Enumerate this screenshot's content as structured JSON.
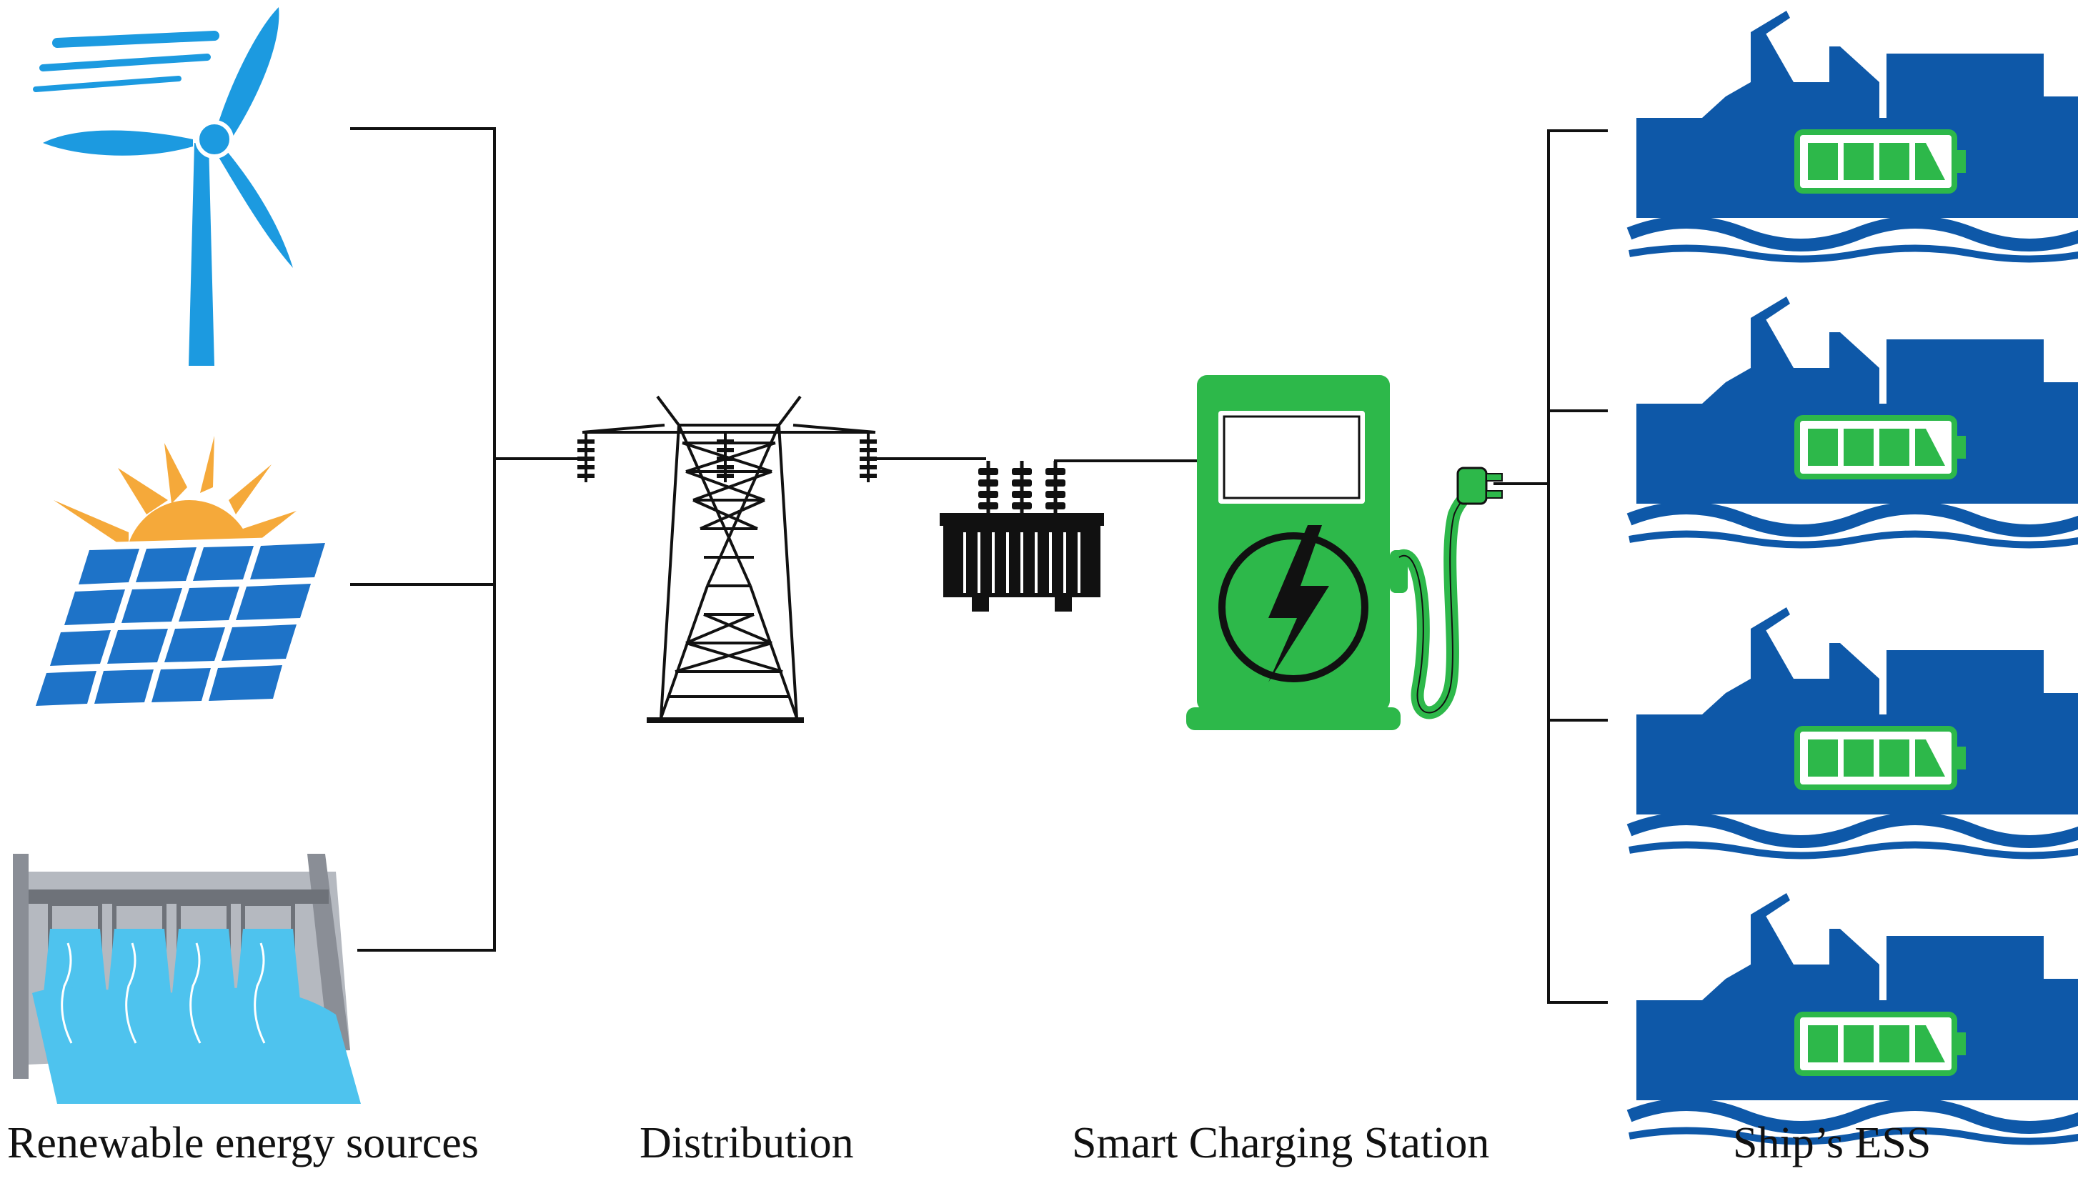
{
  "labels": {
    "sources": "Renewable energy sources",
    "distribution": "Distribution",
    "station": "Smart Charging Station",
    "ships": "Ship’s ESS"
  },
  "colors": {
    "wind": "#1c9ae0",
    "sun": "#f5a93a",
    "solar_panel": "#1e73c8",
    "water": "#4ec3ee",
    "dam": "#8a8e96",
    "station": "#2db84a",
    "ship": "#0e58a8",
    "battery": "#2db84a",
    "line": "#111111"
  },
  "icons": {
    "sources": [
      "wind-turbine-icon",
      "solar-panel-icon",
      "hydro-dam-icon"
    ],
    "distribution": [
      "transmission-tower-icon",
      "transformer-icon"
    ],
    "station": "charging-station-icon",
    "ships": [
      "ship-battery-icon",
      "ship-battery-icon",
      "ship-battery-icon",
      "ship-battery-icon"
    ]
  }
}
